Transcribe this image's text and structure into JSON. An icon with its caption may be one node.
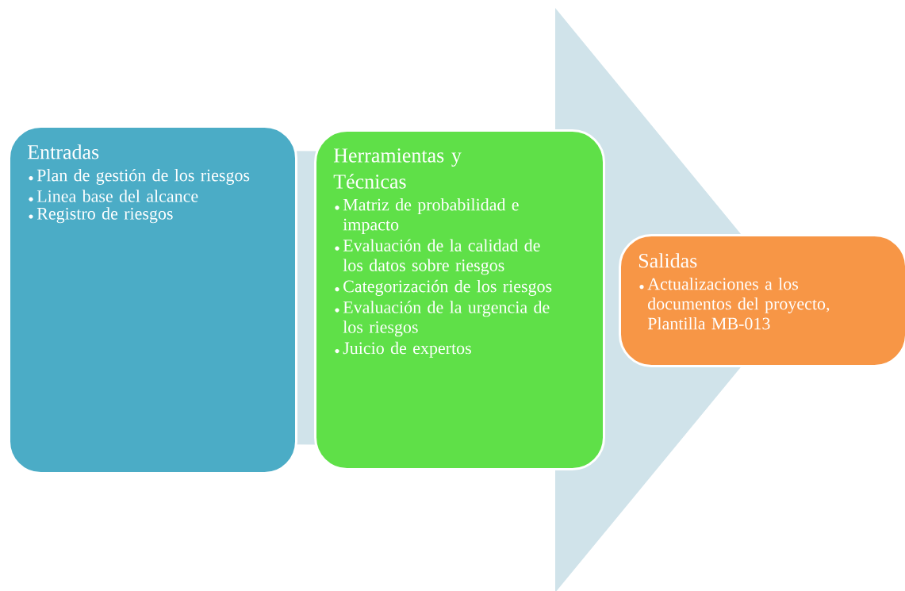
{
  "diagram": {
    "nodes": [
      {
        "text": [
          "Entradas",
          "Plan de gestión de los riesgos",
          "Linea base del alcance",
          "Registro de riesgos"
        ]
      },
      {
        "text": [
          "Herramientas y Técnicas",
          "Matriz de probabilidad e impacto",
          "Evaluación de la calidad de los datos sobre riesgos",
          "Categorización de los riesgos",
          "Evaluación de la urgencia de los riesgos",
          "Juicio de expertos"
        ]
      },
      {
        "text": [
          "Salidas",
          "Actualizaciones a los documentos del proyecto, Plantilla MB-013"
        ]
      }
    ],
    "edges": [
      {
        "from": 0,
        "to": 2,
        "arrow": "to"
      }
    ]
  }
}
